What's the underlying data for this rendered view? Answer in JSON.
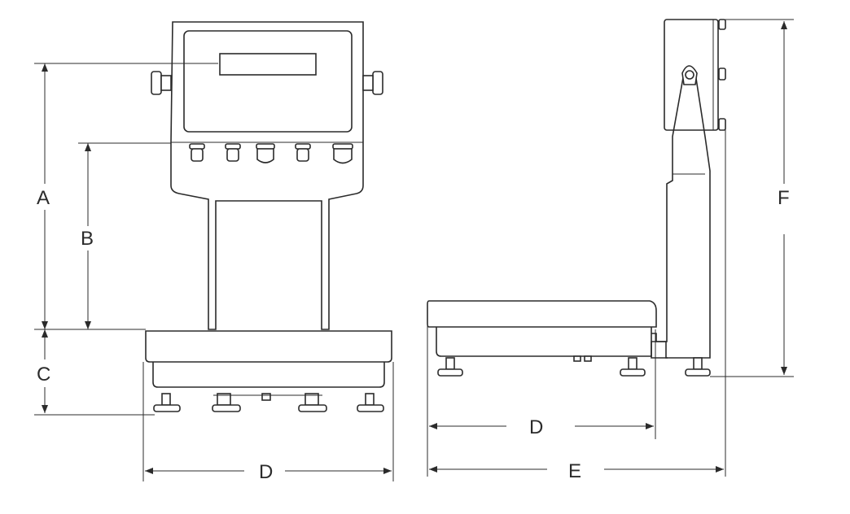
{
  "diagram": {
    "front_view_labels": {
      "a": "A",
      "b": "B",
      "c": "C",
      "d": "D"
    },
    "side_view_labels": {
      "d": "D",
      "e": "E",
      "f": "F"
    }
  }
}
